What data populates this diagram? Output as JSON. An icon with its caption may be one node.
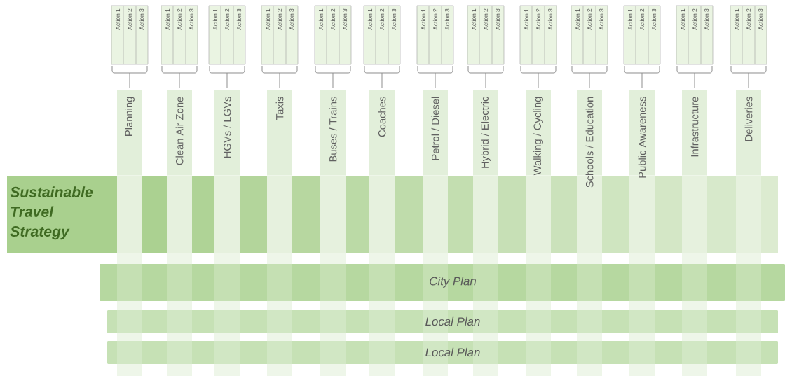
{
  "diagram": {
    "nodes": [
      {
        "text": [
          "Action 1",
          "Action 2",
          "Action 3"
        ]
      },
      {
        "text": [
          "Action 1",
          "Action 2",
          "Action 3"
        ]
      },
      {
        "text": [
          "Action 1",
          "Action 2",
          "Action 3"
        ]
      },
      {
        "text": [
          "Action 1",
          "Action 2",
          "Action 3"
        ]
      },
      {
        "text": [
          "Action 1",
          "Action 2",
          "Action 3"
        ]
      },
      {
        "text": [
          "Action 1",
          "Action 2",
          "Action 3"
        ]
      },
      {
        "text": [
          "Action 1",
          "Action 2",
          "Action 3"
        ]
      },
      {
        "text": [
          "Action 1",
          "Action 2",
          "Action 3"
        ]
      },
      {
        "text": [
          "Action 1",
          "Action 2",
          "Action 3"
        ]
      },
      {
        "text": [
          "Action 1",
          "Action 2",
          "Action 3"
        ]
      },
      {
        "text": [
          "Action 1",
          "Action 2",
          "Action 3"
        ]
      },
      {
        "text": [
          "Action 1",
          "Action 2",
          "Action 3"
        ]
      },
      {
        "text": [
          "Action 1",
          "Action 2",
          "Action 3"
        ]
      },
      {
        "text": [
          "Planning"
        ]
      },
      {
        "text": [
          "Clean Air Zone"
        ]
      },
      {
        "text": [
          "HGVs / LGVs"
        ]
      },
      {
        "text": [
          "Taxis"
        ]
      },
      {
        "text": [
          "Buses / Trains"
        ]
      },
      {
        "text": [
          "Coaches"
        ]
      },
      {
        "text": [
          "Petrol / Diesel"
        ]
      },
      {
        "text": [
          "Hybrid / Electric"
        ]
      },
      {
        "text": [
          "Walking / Cycling"
        ]
      },
      {
        "text": [
          "Schools / Education"
        ]
      },
      {
        "text": [
          "Public Awareness"
        ]
      },
      {
        "text": [
          "Infrastructure"
        ]
      },
      {
        "text": [
          "Deliveries"
        ]
      },
      {
        "text": [
          "Sustainable Travel Strategy"
        ]
      },
      {
        "text": [
          "City Plan"
        ]
      },
      {
        "text": [
          "Local Plan"
        ]
      },
      {
        "text": [
          "Local Plan"
        ]
      }
    ]
  }
}
